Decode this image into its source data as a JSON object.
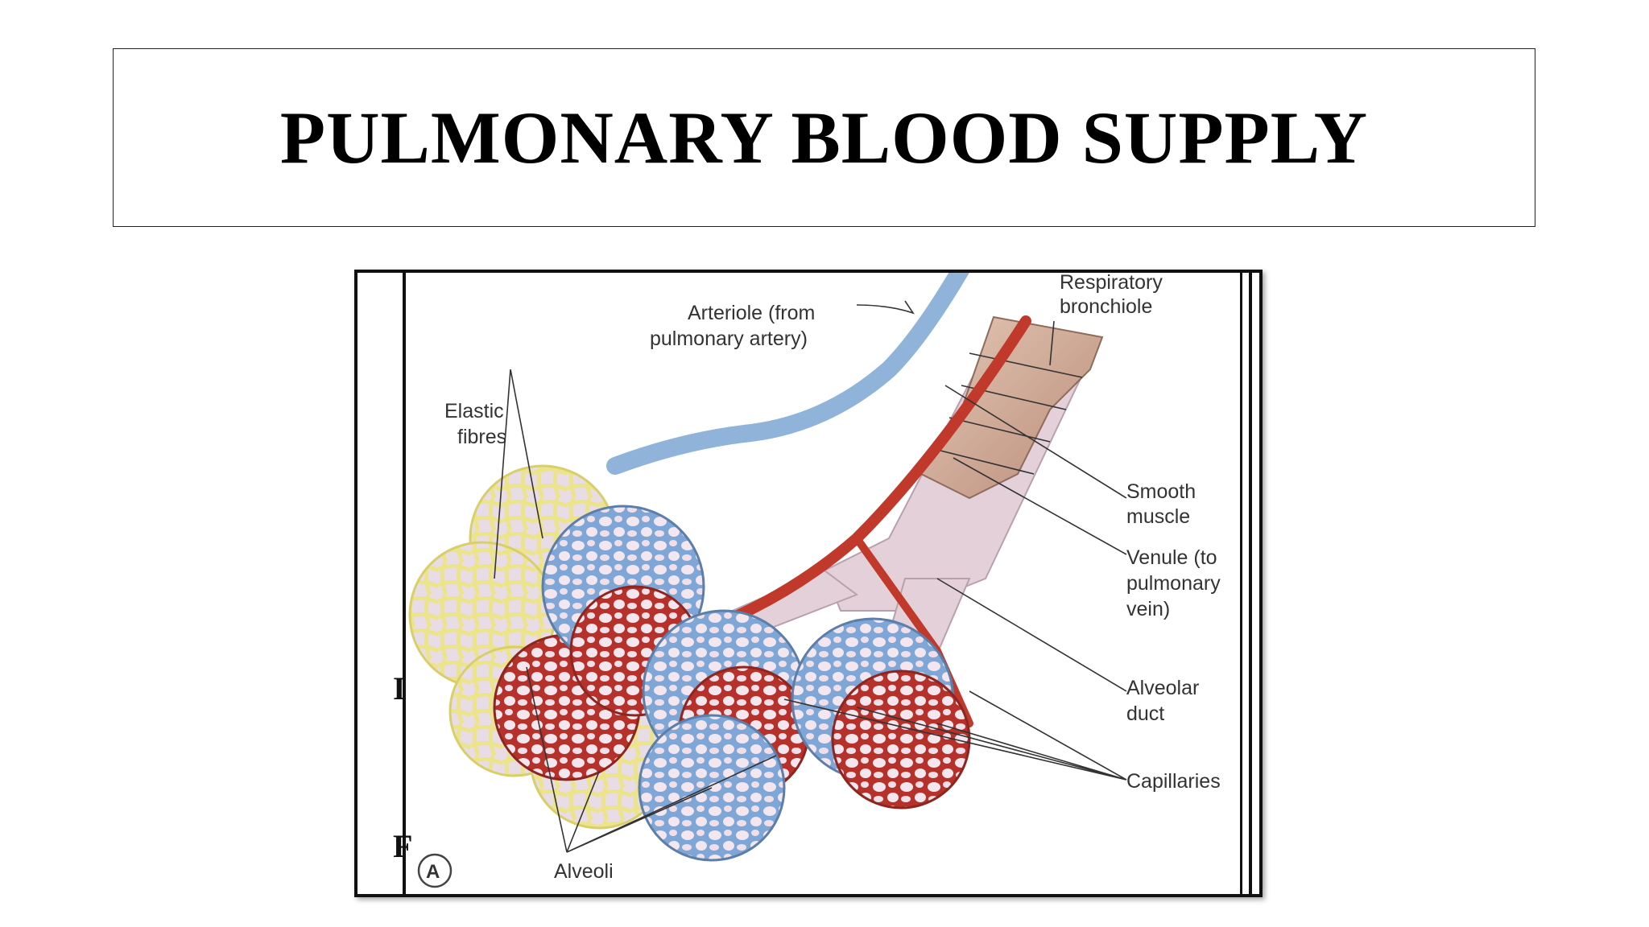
{
  "slide": {
    "title": "PULMONARY BLOOD SUPPLY"
  },
  "diagram": {
    "labels": {
      "respiratory": "Respiratory",
      "bronchiole": "bronchiole",
      "arteriole_1": "Arteriole (from",
      "arteriole_2": "pulmonary artery)",
      "elastic": "Elastic",
      "fibres": "fibres",
      "smooth": "Smooth",
      "muscle": "muscle",
      "venule_1": "Venule (to",
      "venule_2": "pulmonary",
      "venule_3": "vein)",
      "alveolar": "Alveolar",
      "duct": "duct",
      "capillaries": "Capillaries",
      "alveoli": "Alveoli",
      "panel": "A"
    },
    "colors": {
      "artery": "#8fb3d9",
      "vein": "#c0392b",
      "elastic": "#eee9a0",
      "duct": "#e3d0d8",
      "muscle": "#cfa894"
    }
  },
  "background_glyphs": [
    "I",
    "F"
  ]
}
